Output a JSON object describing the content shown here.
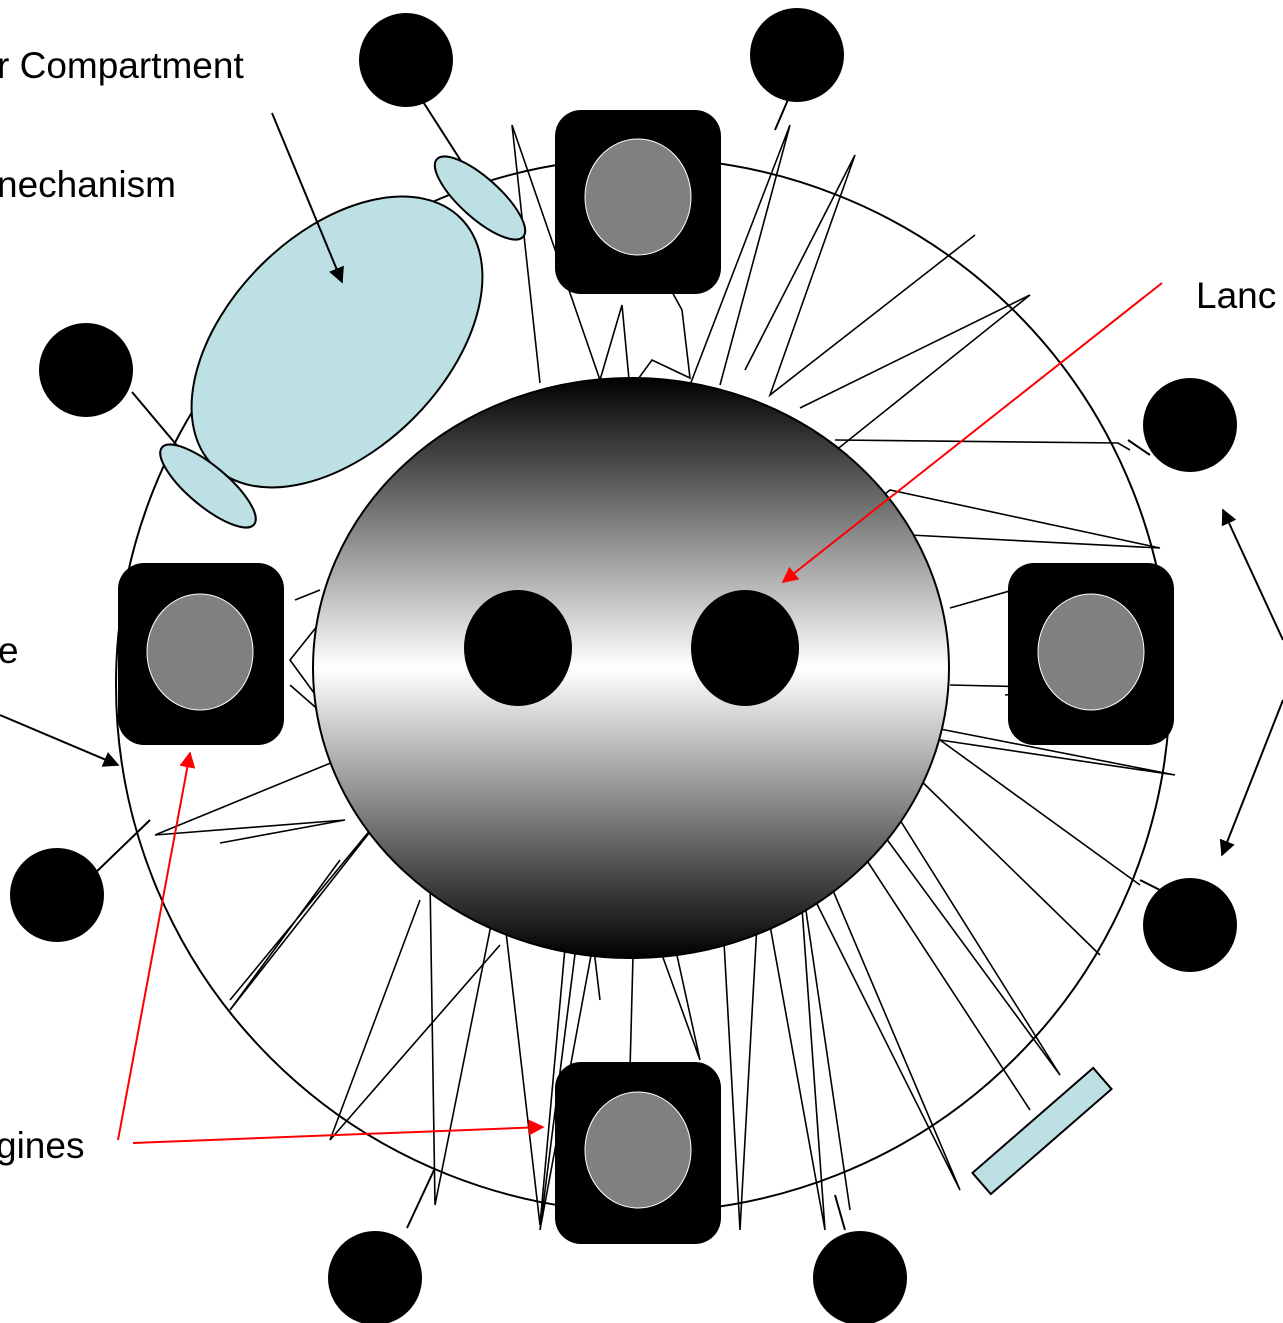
{
  "labels": {
    "compartment": "r Compartment",
    "mechanism": "nechanism",
    "landing": "Lanc",
    "side": "e",
    "engines": "gines"
  },
  "colors": {
    "outline": "#000000",
    "compartment_fill": "#BCE0E3",
    "engine_body": "#000000",
    "engine_core": "#808080",
    "red_pointer": "#FF0000",
    "disc_dark": "#000000",
    "disc_light": "#FFFFFF"
  }
}
